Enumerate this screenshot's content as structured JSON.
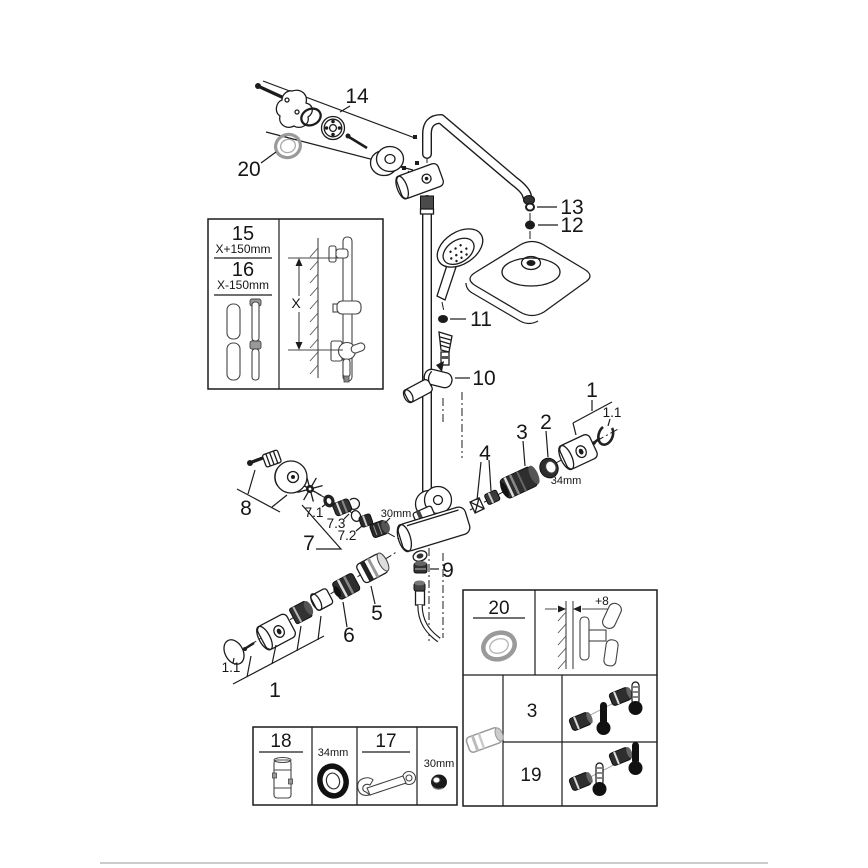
{
  "callouts": {
    "part14": "14",
    "part20": "20",
    "part13": "13",
    "part12": "12",
    "part11": "11",
    "part10": "10",
    "part9": "9",
    "part8": "8",
    "part7": "7",
    "part7_1": "7.1",
    "part7_2": "7.2",
    "part7_3": "7.3",
    "part6": "6",
    "part5": "5",
    "part4": "4",
    "part3": "3",
    "part2": "2",
    "part1_right": "1",
    "part1_1_right": "1.1",
    "part1_bottom": "1",
    "part1_1_bottom": "1.1",
    "size_34mm": "34mm",
    "size_30mm": "30mm"
  },
  "insets": {
    "height": {
      "part15": "15",
      "part15_dim": "X+150mm",
      "part16": "16",
      "part16_dim": "X-150mm",
      "x_label": "X"
    },
    "tools": {
      "part18": "18",
      "size_34mm": "34mm",
      "part17": "17",
      "size_30mm": "30mm"
    },
    "service": {
      "part20": "20",
      "offset": "+8",
      "row3": "3",
      "row19": "19"
    }
  },
  "colors": {
    "line": "#1c1c1c",
    "gray_part": "#9a9a9a",
    "footer_rule": "#cccccc",
    "background": "#ffffff"
  }
}
